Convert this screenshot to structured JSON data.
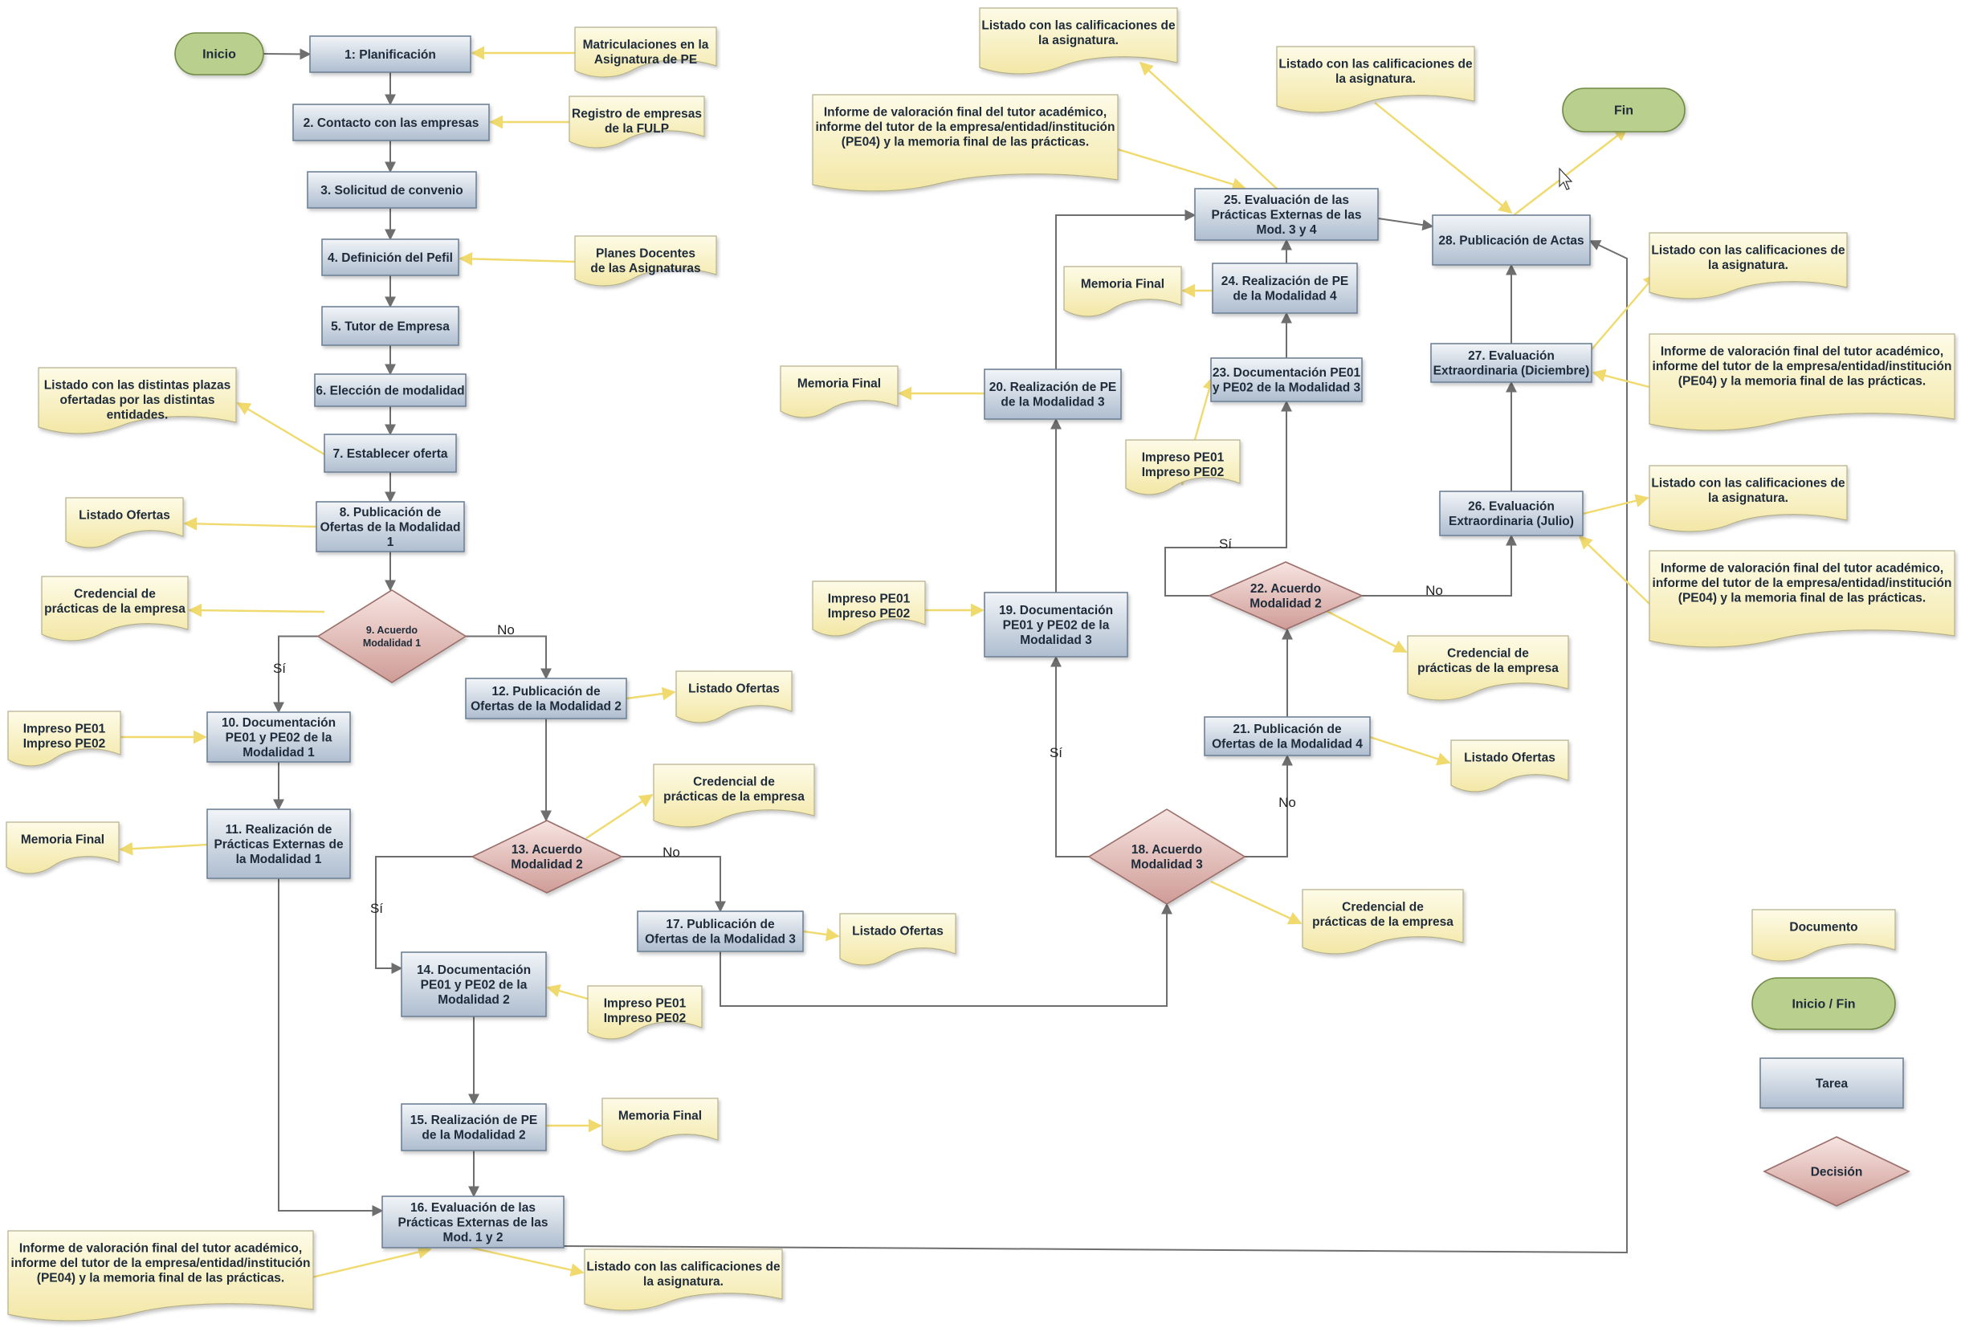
{
  "colors": {
    "task_top": "#f2f5f8",
    "task_bottom": "#aebdcf",
    "task_stroke": "#6f8296",
    "doc_top": "#fdfbe7",
    "doc_bottom": "#f3e7a6",
    "doc_stroke": "#b5b08a",
    "term_fill": "#b9cf8e",
    "term_stroke": "#6f8a45",
    "dec_top": "#f7e4e1",
    "dec_bottom": "#cf9c97",
    "dec_stroke": "#9a6d69",
    "flow": "#6e6e6e",
    "doc_link": "#f0da6e"
  },
  "terminals": [
    {
      "id": "inicio",
      "label": "Inicio"
    },
    {
      "id": "fin",
      "label": "Fin"
    }
  ],
  "tasks": [
    {
      "id": "t1",
      "lines": [
        "1: Planificación"
      ]
    },
    {
      "id": "t2",
      "lines": [
        "2. Contacto con las empresas"
      ]
    },
    {
      "id": "t3",
      "lines": [
        "3. Solicitud de convenio"
      ]
    },
    {
      "id": "t4",
      "lines": [
        "4. Definición del Pefil"
      ]
    },
    {
      "id": "t5",
      "lines": [
        "5. Tutor de Empresa"
      ]
    },
    {
      "id": "t6",
      "lines": [
        "6. Elección de modalidad"
      ]
    },
    {
      "id": "t7",
      "lines": [
        "7. Establecer oferta"
      ]
    },
    {
      "id": "t8",
      "lines": [
        "8. Publicación de",
        "Ofertas de la Modalidad",
        "1"
      ]
    },
    {
      "id": "t10",
      "lines": [
        "10. Documentación",
        "PE01 y PE02 de la",
        "Modalidad 1"
      ]
    },
    {
      "id": "t11",
      "lines": [
        "11. Realización de",
        "Prácticas Externas de",
        "la Modalidad 1"
      ]
    },
    {
      "id": "t12",
      "lines": [
        "12. Publicación de",
        "Ofertas de la Modalidad 2"
      ]
    },
    {
      "id": "t14",
      "lines": [
        "14. Documentación",
        "PE01 y PE02 de la",
        "Modalidad 2"
      ]
    },
    {
      "id": "t15",
      "lines": [
        "15. Realización de PE",
        "de la Modalidad 2"
      ]
    },
    {
      "id": "t16",
      "lines": [
        "16. Evaluación de las",
        "Prácticas Externas de las",
        "Mod. 1 y 2"
      ]
    },
    {
      "id": "t17",
      "lines": [
        "17. Publicación de",
        "Ofertas de la Modalidad 3"
      ]
    },
    {
      "id": "t19",
      "lines": [
        "19. Documentación",
        "PE01 y PE02 de la",
        "Modalidad 3"
      ]
    },
    {
      "id": "t20",
      "lines": [
        "20. Realización de PE",
        "de la Modalidad 3"
      ]
    },
    {
      "id": "t21",
      "lines": [
        "21. Publicación de",
        "Ofertas de la Modalidad 4"
      ]
    },
    {
      "id": "t23",
      "lines": [
        "23. Documentación PE01",
        "y PE02 de la Modalidad 3"
      ]
    },
    {
      "id": "t24",
      "lines": [
        "24. Realización de PE",
        "de la Modalidad 4"
      ]
    },
    {
      "id": "t25",
      "lines": [
        "25. Evaluación de las",
        "Prácticas Externas de las",
        "Mod. 3 y 4"
      ]
    },
    {
      "id": "t26",
      "lines": [
        "26. Evaluación",
        "Extraordinaria (Julio)"
      ]
    },
    {
      "id": "t27",
      "lines": [
        "27. Evaluación",
        "Extraordinaria (Diciembre)"
      ]
    },
    {
      "id": "t28",
      "lines": [
        "28. Publicación de Actas"
      ]
    },
    {
      "id": "legend-task",
      "lines": [
        "Tarea"
      ]
    }
  ],
  "decisions": [
    {
      "id": "d9",
      "lines": [
        "9. Acuerdo",
        "Modalidad 1"
      ]
    },
    {
      "id": "d13",
      "lines": [
        "13. Acuerdo",
        "Modalidad 2"
      ]
    },
    {
      "id": "d18",
      "lines": [
        "18. Acuerdo",
        "Modalidad 3"
      ]
    },
    {
      "id": "d22",
      "lines": [
        "22. Acuerdo",
        "Modalidad 2"
      ]
    },
    {
      "id": "legend-decision",
      "lines": [
        "Decisión"
      ]
    }
  ],
  "documents": [
    {
      "id": "doc-matric",
      "lines": [
        "Matriculaciones en la",
        "Asignatura de PE"
      ]
    },
    {
      "id": "doc-fulp",
      "lines": [
        "Registro de empresas",
        "de la FULP"
      ]
    },
    {
      "id": "doc-planes",
      "lines": [
        "Planes Docentes",
        "de las Asignaturas"
      ]
    },
    {
      "id": "doc-plazas",
      "lines": [
        "Listado con las distintas plazas",
        "ofertadas por las distintas",
        "entidades."
      ]
    },
    {
      "id": "doc-lo1",
      "lines": [
        "Listado Ofertas"
      ]
    },
    {
      "id": "doc-cred1",
      "lines": [
        "Credencial de",
        "prácticas de la empresa"
      ]
    },
    {
      "id": "doc-imp1",
      "lines": [
        "Impreso PE01",
        "Impreso PE02"
      ]
    },
    {
      "id": "doc-mem1",
      "lines": [
        "Memoria Final"
      ]
    },
    {
      "id": "doc-lo2",
      "lines": [
        "Listado Ofertas"
      ]
    },
    {
      "id": "doc-cred2",
      "lines": [
        "Credencial de",
        "prácticas de la empresa"
      ]
    },
    {
      "id": "doc-lo3",
      "lines": [
        "Listado Ofertas"
      ]
    },
    {
      "id": "doc-imp2",
      "lines": [
        "Impreso PE01",
        "Impreso PE02"
      ]
    },
    {
      "id": "doc-mem2",
      "lines": [
        "Memoria Final"
      ]
    },
    {
      "id": "doc-inf1",
      "lines": [
        "Informe de valoración final del tutor académico,",
        "informe del tutor de la empresa/entidad/institución",
        "(PE04) y la memoria final de las prácticas."
      ]
    },
    {
      "id": "doc-cal1",
      "lines": [
        "Listado con las calificaciones de",
        "la asignatura."
      ]
    },
    {
      "id": "doc-imp3",
      "lines": [
        "Impreso PE01",
        "Impreso PE02"
      ]
    },
    {
      "id": "doc-mem3",
      "lines": [
        "Memoria Final"
      ]
    },
    {
      "id": "doc-cred3",
      "lines": [
        "Credencial de",
        "prácticas de la empresa"
      ]
    },
    {
      "id": "doc-lo4",
      "lines": [
        "Listado Ofertas"
      ]
    },
    {
      "id": "doc-cred4",
      "lines": [
        "Credencial de",
        "prácticas de la empresa"
      ]
    },
    {
      "id": "doc-imp4",
      "lines": [
        "Impreso PE01",
        "Impreso PE02"
      ]
    },
    {
      "id": "doc-mem4",
      "lines": [
        "Memoria Final"
      ]
    },
    {
      "id": "doc-inf2",
      "lines": [
        "Informe de valoración final del tutor académico,",
        "informe del tutor de la empresa/entidad/institución",
        "(PE04) y la memoria final de las prácticas."
      ]
    },
    {
      "id": "doc-cal2",
      "lines": [
        "Listado con las calificaciones de",
        "la asignatura."
      ]
    },
    {
      "id": "doc-cal3",
      "lines": [
        "Listado con las calificaciones de",
        "la asignatura."
      ]
    },
    {
      "id": "doc-cal4",
      "lines": [
        "Listado con las calificaciones de",
        "la asignatura."
      ]
    },
    {
      "id": "doc-inf3",
      "lines": [
        "Informe de valoración final del tutor académico,",
        "informe del tutor de la empresa/entidad/institución",
        "(PE04) y la memoria final de las prácticas."
      ]
    },
    {
      "id": "doc-cal5",
      "lines": [
        "Listado con las calificaciones de",
        "la asignatura."
      ]
    },
    {
      "id": "doc-inf4",
      "lines": [
        "Informe de valoración final del tutor académico,",
        "informe del tutor de la empresa/entidad/institución",
        "(PE04) y la memoria final de las prácticas."
      ]
    },
    {
      "id": "legend-doc",
      "lines": [
        "Documento"
      ]
    }
  ],
  "legend_terminal": {
    "label": "Inicio / Fin"
  },
  "edge_labels": [
    {
      "id": "e9-si",
      "text": "Sí"
    },
    {
      "id": "e9-no",
      "text": "No"
    },
    {
      "id": "e13-si",
      "text": "Sí"
    },
    {
      "id": "e13-no",
      "text": "No"
    },
    {
      "id": "e18-si",
      "text": "Sí"
    },
    {
      "id": "e18-no",
      "text": "No"
    },
    {
      "id": "e22-si",
      "text": "Sí"
    },
    {
      "id": "e22-no",
      "text": "No"
    }
  ]
}
